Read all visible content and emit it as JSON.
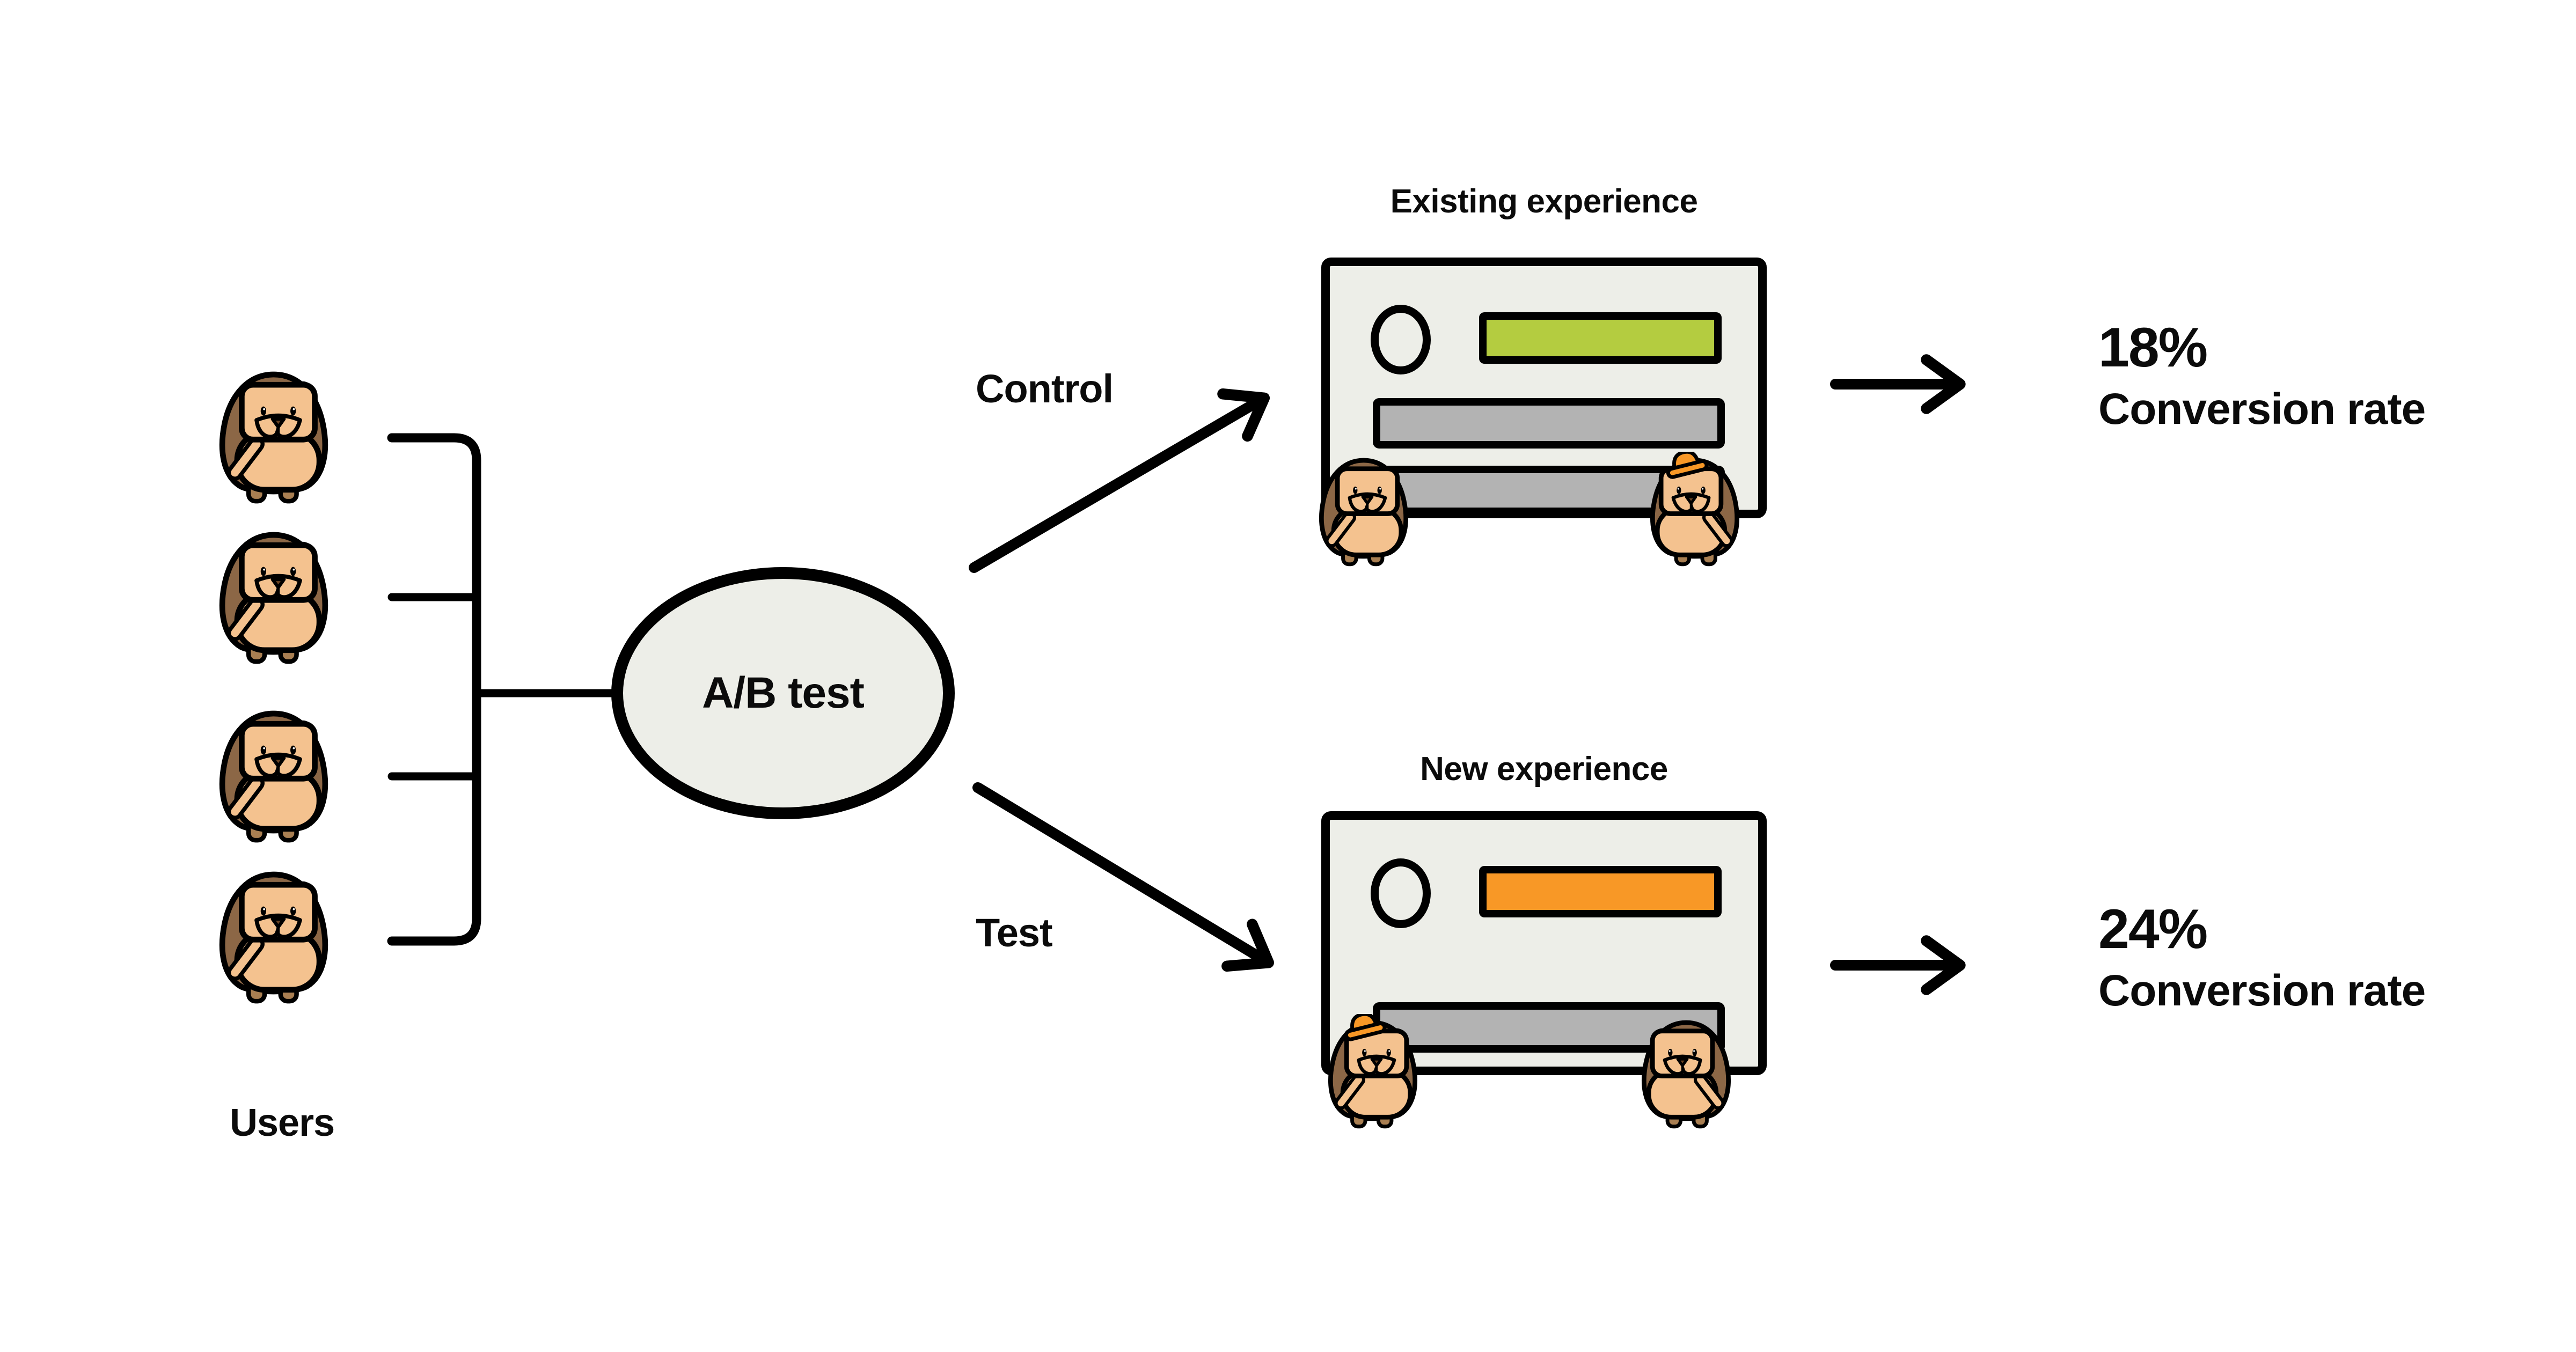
{
  "diagram": {
    "title_hidden": "",
    "users_label": "Users",
    "user_count": 4,
    "hub_label": "A/B test",
    "branches": [
      {
        "id": "control",
        "label": "Control",
        "card_title": "Existing experience",
        "hero_bar_color": "#B4CC40",
        "rate_value": "18%",
        "rate_label": "Conversion rate"
      },
      {
        "id": "test",
        "label": "Test",
        "card_title": "New experience",
        "hero_bar_color": "#F89826",
        "rate_value": "24%",
        "rate_label": "Conversion rate"
      }
    ]
  },
  "icons": {
    "user": "hedgehog-mascot-icon",
    "hat": "bowler-hat-icon",
    "arrowhead": "chevron-arrowhead-icon"
  },
  "colors": {
    "background": "#FFFFFF",
    "outline": "#000000",
    "text": "#0B0B0B",
    "panel_fill": "#EDEEE8",
    "bar_gray": "#B3B3B3",
    "bar_green": "#B4CC40",
    "bar_orange": "#F89826",
    "mascot_body": "#8C6746",
    "mascot_skin": "#F4C28F",
    "mascot_leg": "#A97F52",
    "mascot_nose": "#6B4423",
    "hat_orange": "#F89826"
  }
}
